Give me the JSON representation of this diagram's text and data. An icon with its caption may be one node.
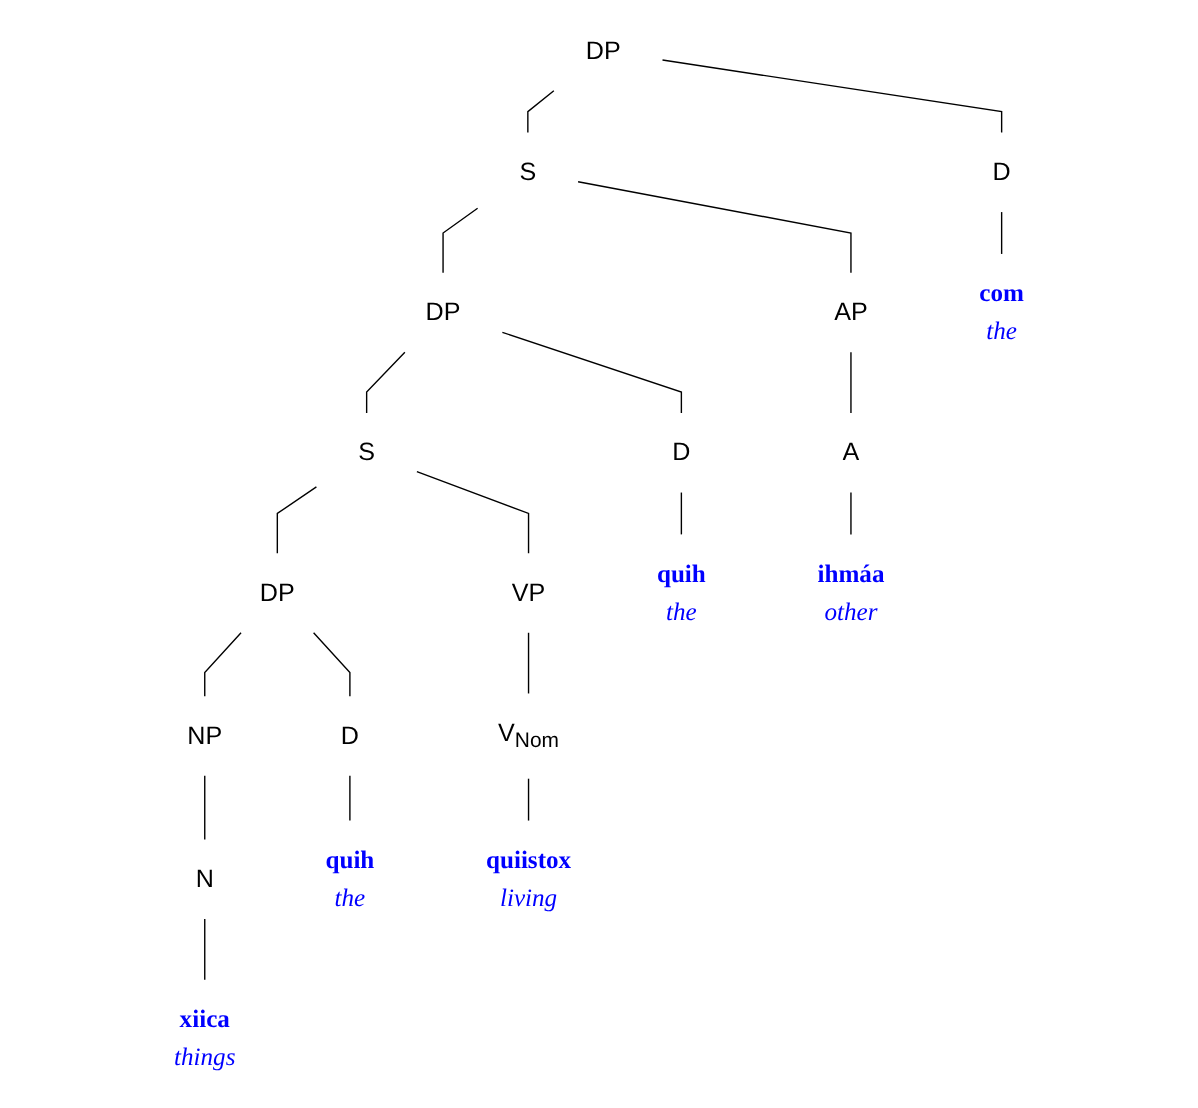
{
  "diagram": {
    "nodes": [
      {
        "text": [
          "DP"
        ]
      },
      {
        "text": [
          "S"
        ]
      },
      {
        "text": [
          "D"
        ]
      },
      {
        "text": [
          "DP"
        ]
      },
      {
        "text": [
          "AP"
        ]
      },
      {
        "text": [
          "S"
        ]
      },
      {
        "text": [
          "D"
        ]
      },
      {
        "text": [
          "A"
        ]
      },
      {
        "text": [
          "DP"
        ]
      },
      {
        "text": [
          "VP"
        ]
      },
      {
        "text": [
          "NP"
        ]
      },
      {
        "text": [
          "D"
        ]
      },
      {
        "text": [
          "V$_{Nom}$"
        ]
      },
      {
        "text": [
          "N"
        ]
      },
      {
        "text": [
          "xiica",
          "things"
        ]
      },
      {
        "text": [
          "quih",
          "the"
        ]
      },
      {
        "text": [
          "quiistox",
          "living"
        ]
      },
      {
        "text": [
          "quih",
          "the"
        ]
      },
      {
        "text": [
          "ihmáa",
          "other"
        ]
      },
      {
        "text": [
          "com",
          "the"
        ]
      }
    ],
    "edges": [
      {
        "from": 0,
        "to": 1,
        "arrow": "none"
      },
      {
        "from": 0,
        "to": 2,
        "arrow": "none"
      },
      {
        "from": 1,
        "to": 3,
        "arrow": "none"
      },
      {
        "from": 1,
        "to": 4,
        "arrow": "none"
      },
      {
        "from": 3,
        "to": 5,
        "arrow": "none"
      },
      {
        "from": 3,
        "to": 6,
        "arrow": "none"
      },
      {
        "from": 4,
        "to": 7,
        "arrow": "none"
      },
      {
        "from": 5,
        "to": 8,
        "arrow": "none"
      },
      {
        "from": 5,
        "to": 9,
        "arrow": "none"
      },
      {
        "from": 8,
        "to": 10,
        "arrow": "none"
      },
      {
        "from": 8,
        "to": 11,
        "arrow": "none"
      },
      {
        "from": 9,
        "to": 12,
        "arrow": "none"
      },
      {
        "from": 10,
        "to": 13,
        "arrow": "none"
      },
      {
        "from": 13,
        "to": 14,
        "arrow": "none"
      },
      {
        "from": 11,
        "to": 15,
        "arrow": "none"
      },
      {
        "from": 12,
        "to": 16,
        "arrow": "none"
      },
      {
        "from": 6,
        "to": 17,
        "arrow": "none"
      },
      {
        "from": 7,
        "to": 18,
        "arrow": "none"
      },
      {
        "from": 2,
        "to": 19,
        "arrow": "none"
      }
    ]
  }
}
